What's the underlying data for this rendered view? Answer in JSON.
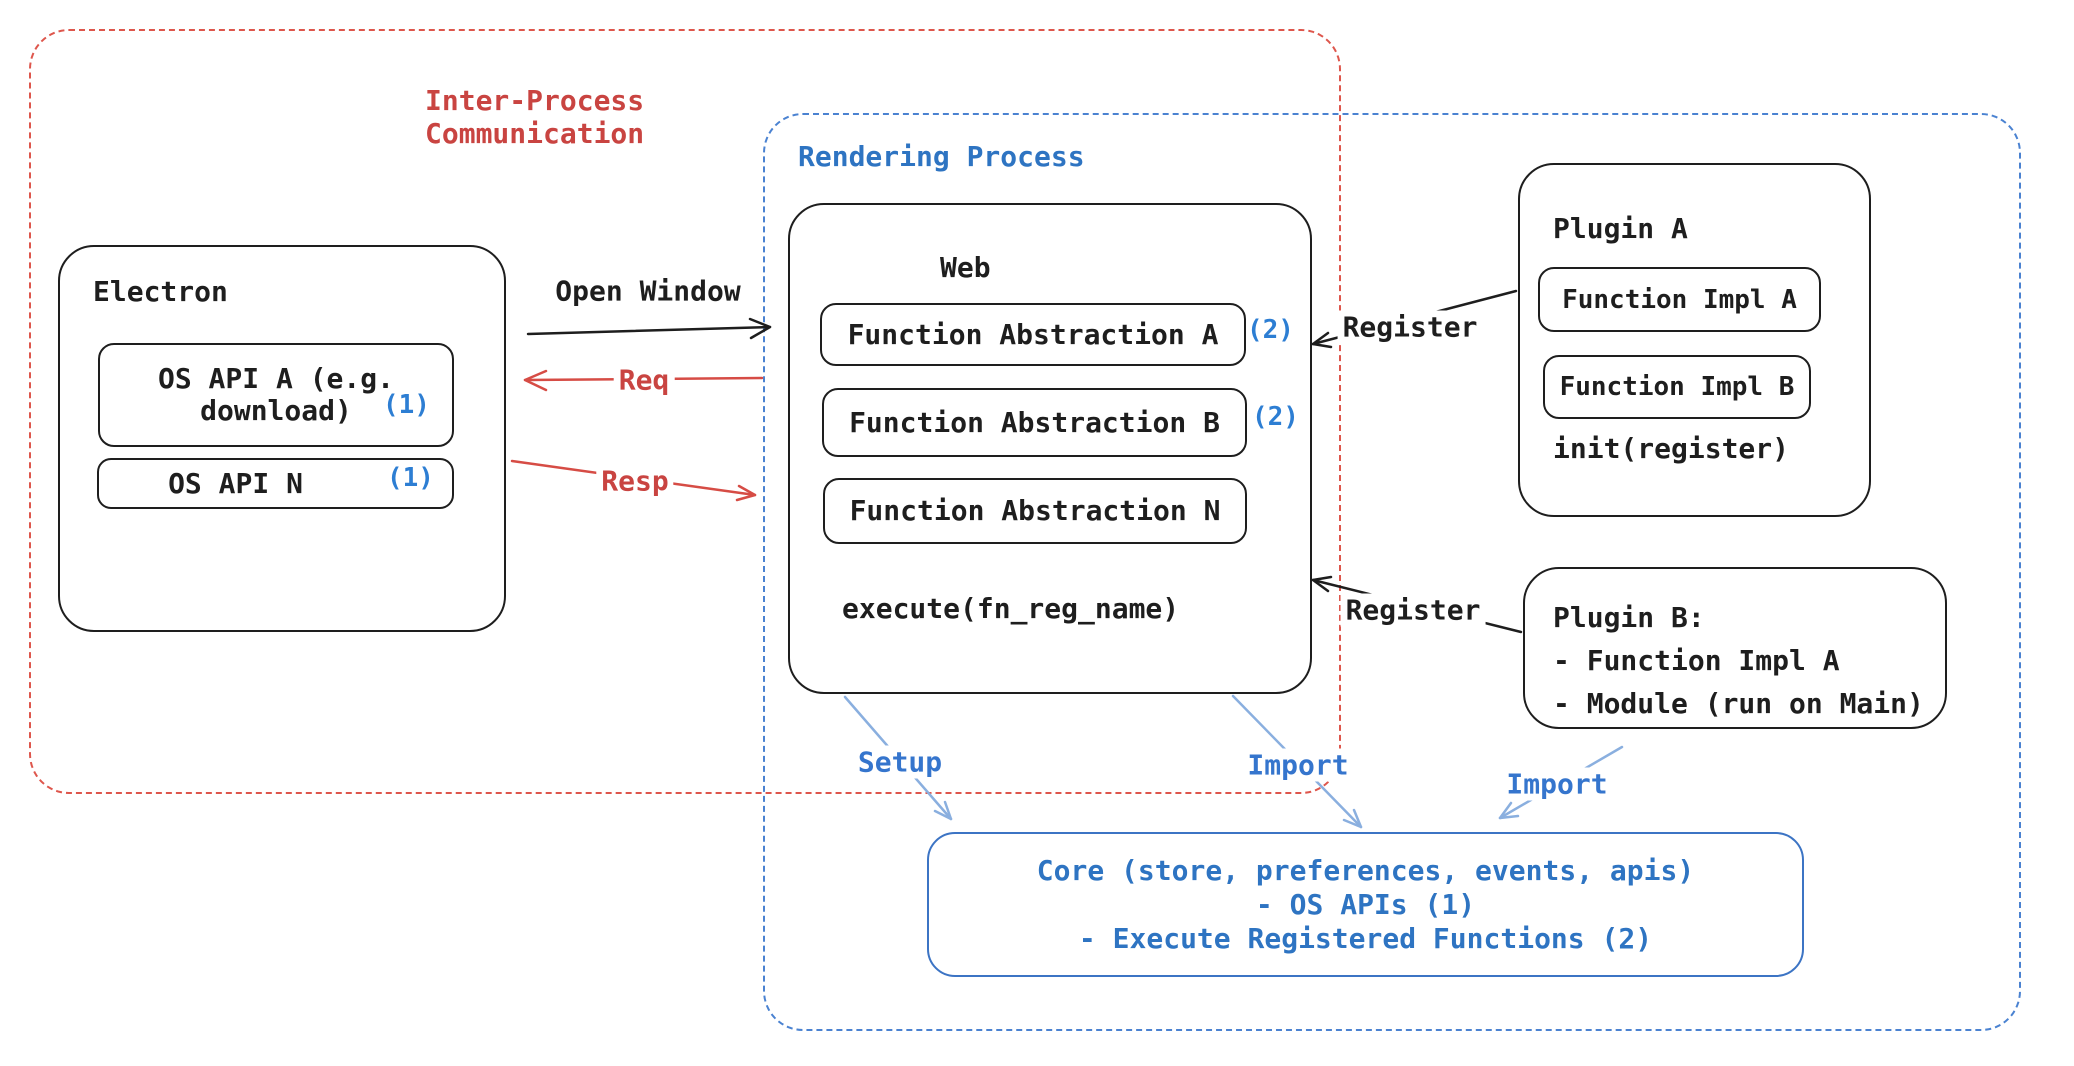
{
  "colors": {
    "canvas_bg": "#ffffff",
    "ink": "#1e1e1e",
    "red_dash": "#de564c",
    "red_text": "#c94441",
    "red_arrow": "#d64c45",
    "blue_dash": "#4a82d1",
    "blue_text": "#2e74c2",
    "blue_bright": "#2d7ed3",
    "blue_arrow": "#8aafdf",
    "blue_label": "#3575cd",
    "core_border": "#3c74c4"
  },
  "groups": {
    "ipc": {
      "label_line1": "Inter-Process",
      "label_line2": "Communication"
    },
    "rendering": {
      "label": "Rendering Process"
    }
  },
  "electron": {
    "title": "Electron",
    "api_a_line1": "OS API A (e.g.",
    "api_a_line2": "download)",
    "api_a_badge": "(1)",
    "api_n": "OS API N",
    "api_n_badge": "(1)"
  },
  "web": {
    "title": "Web",
    "items": [
      {
        "label": "Function Abstraction A",
        "badge": "(2)"
      },
      {
        "label": "Function Abstraction B",
        "badge": "(2)"
      },
      {
        "label": "Function Abstraction N",
        "badge": ""
      }
    ],
    "execute": "execute(fn_reg_name)"
  },
  "plugin_a": {
    "title": "Plugin A",
    "impl_a": "Function Impl A",
    "impl_b": "Function Impl B",
    "init": "init(register)"
  },
  "plugin_b": {
    "lines": [
      "Plugin B:",
      "- Function Impl A",
      "- Module (run on Main)"
    ]
  },
  "core": {
    "lines": [
      "Core (store, preferences, events, apis)",
      "- OS APIs (1)",
      "- Execute Registered Functions (2)"
    ]
  },
  "arrows": {
    "open_window": "Open Window",
    "req": "Req",
    "resp": "Resp",
    "register_a": "Register",
    "register_b": "Register",
    "setup": "Setup",
    "import_web": "Import",
    "import_plugin": "Import"
  }
}
